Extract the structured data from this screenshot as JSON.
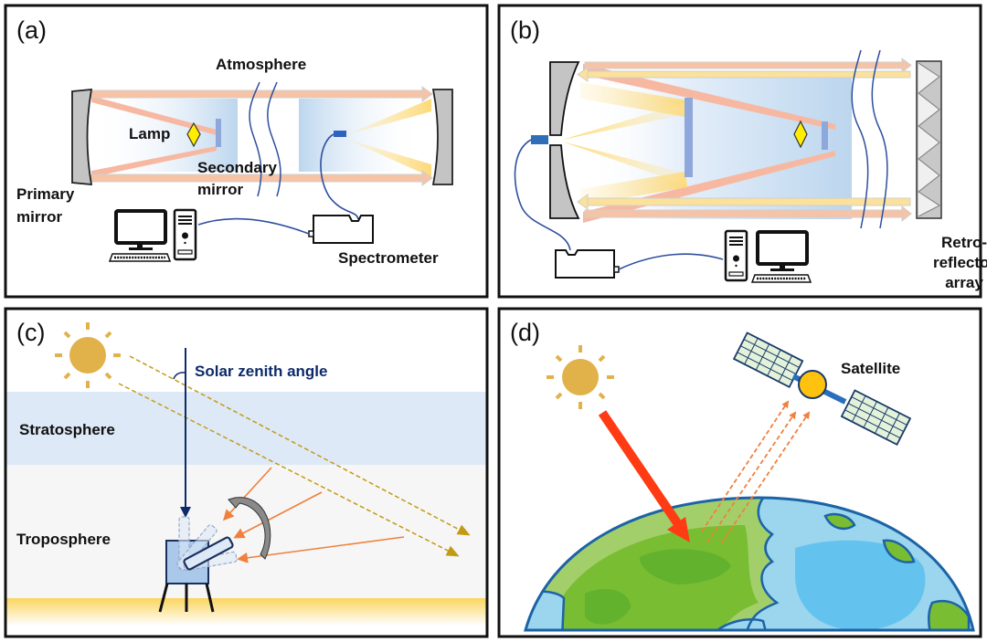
{
  "figure": {
    "panels": [
      {
        "id": "a",
        "label": "(a)",
        "title": "Long-path DOAS with separate light source",
        "texts": {
          "atmosphere": "Atmosphere",
          "lamp": "Lamp",
          "secondary_mirror_1": "Secondary",
          "secondary_mirror_2": "mirror",
          "primary_mirror_1": "Primary",
          "primary_mirror_2": "mirror",
          "spectrometer": "Spectrometer"
        }
      },
      {
        "id": "b",
        "label": "(b)",
        "title": "Long-path DOAS with retro-reflector array",
        "texts": {
          "retro_1": "Retro-",
          "retro_2": "reflector",
          "retro_3": "array"
        }
      },
      {
        "id": "c",
        "label": "(c)",
        "title": "Ground-based MAX-DOAS",
        "texts": {
          "solar_zenith_angle": "Solar zenith angle",
          "stratosphere": "Stratosphere",
          "troposphere": "Troposphere"
        }
      },
      {
        "id": "d",
        "label": "(d)",
        "title": "Satellite remote sensing",
        "texts": {
          "satellite": "Satellite"
        }
      }
    ],
    "colors": {
      "panel_border": "#111111",
      "outgoing_beam": "#f6c3a6",
      "return_beam": "#fbe19a",
      "beam_outline": "#bdbdbd",
      "mirror_gray": "#c4c4c4",
      "secondary_mirror": "#8fa8dc",
      "telescope_tube": "#bcd6ee",
      "fiber_blue": "#2e4f9e",
      "lamp_yellow": "#ffee00",
      "sun": "#e2b24a",
      "zenith_navy": "#0d2a6b",
      "stratosphere": "#dde9f6",
      "troposphere": "#f6f6f6",
      "ground": "#fbd55e",
      "scatter_orange": "#f0803c",
      "direct_dashed": "#c39a16",
      "solar_arrow_red": "#ff3b14",
      "earth_outline": "#1c63a6",
      "land_green": "#79bd33",
      "land_light": "#a2cf6a",
      "ocean_light": "#9bd5ee",
      "ocean": "#63c3ee",
      "satellite_body": "#ffc20e",
      "solar_panel": "#e3f2d9"
    }
  }
}
